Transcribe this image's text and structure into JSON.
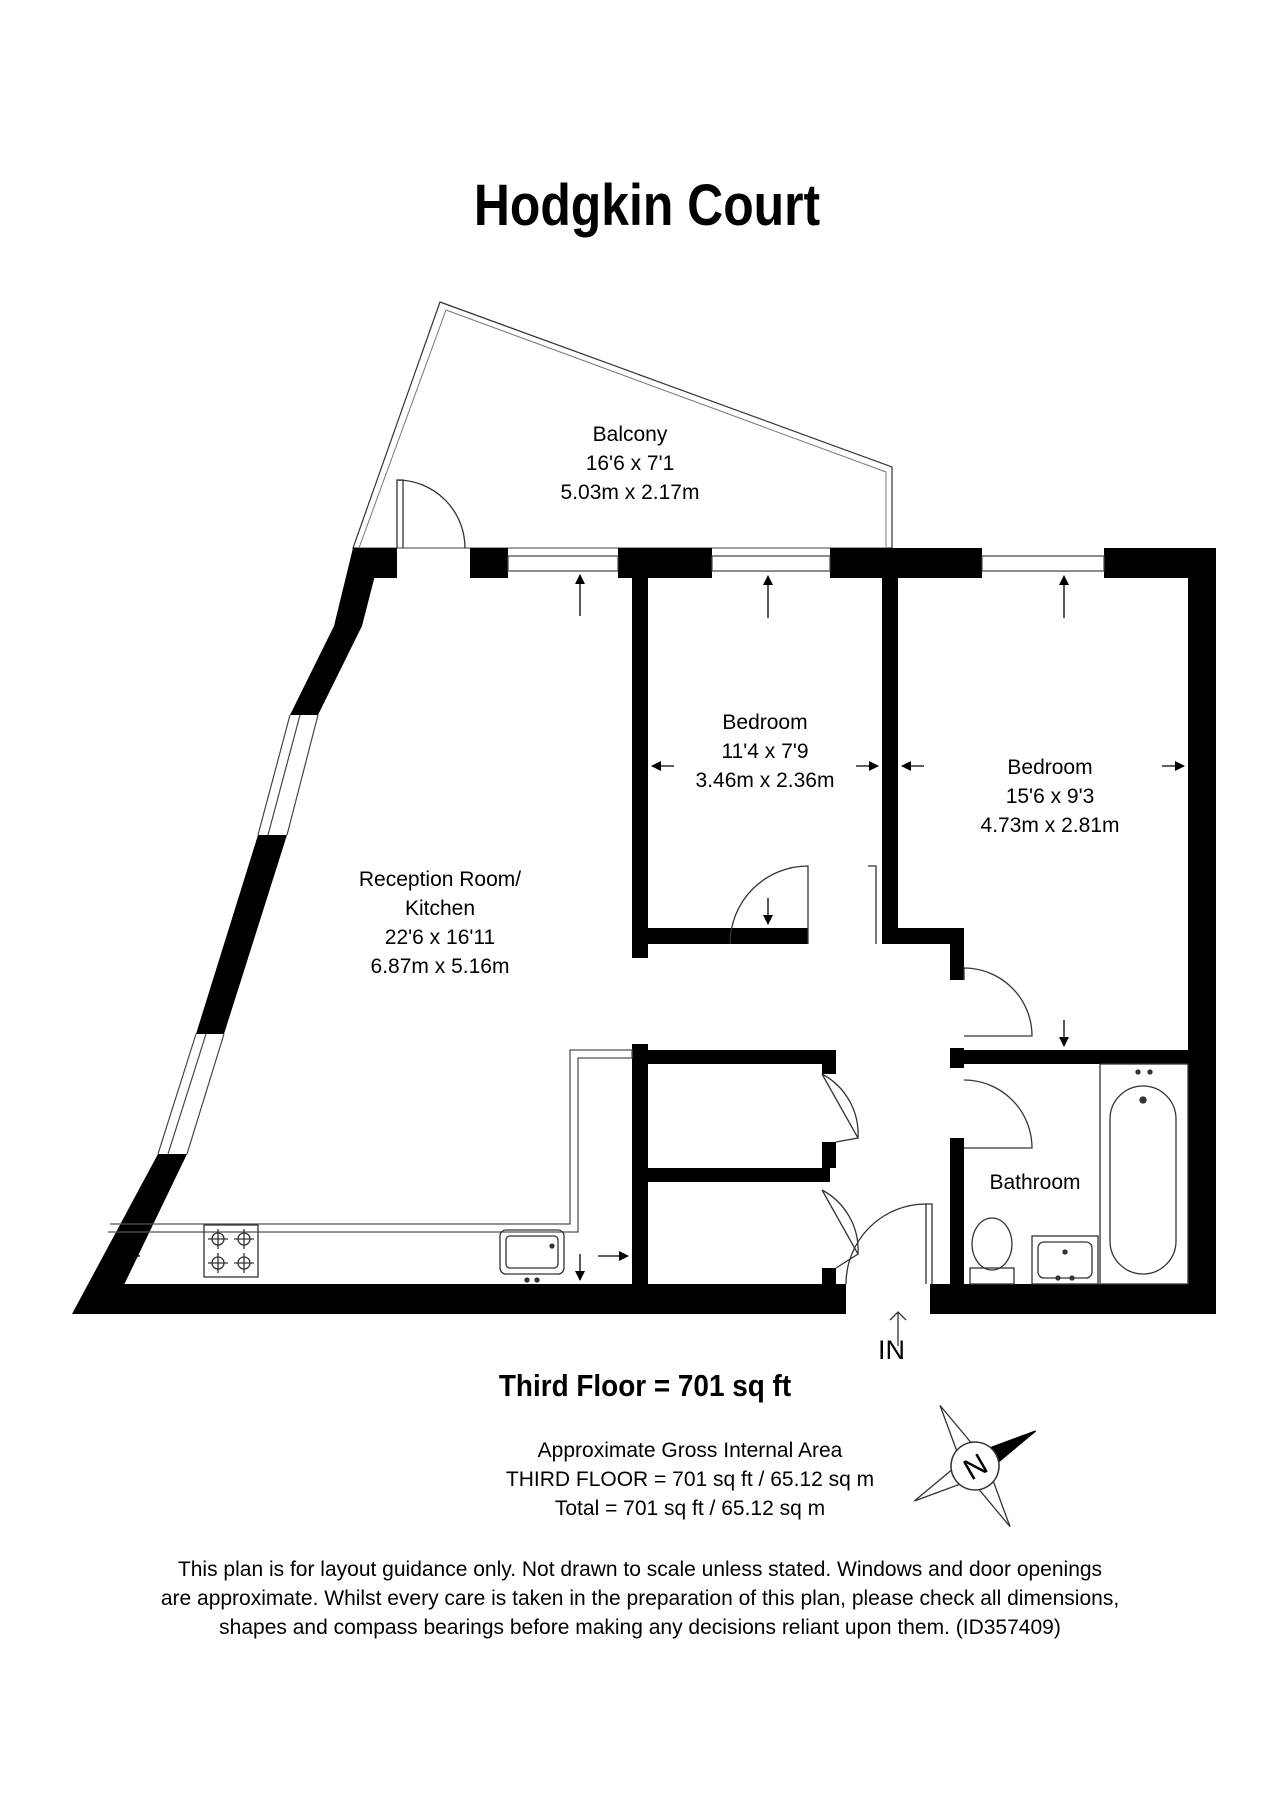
{
  "title": "Hodgkin Court",
  "rooms": {
    "balcony": {
      "name": "Balcony",
      "imperial": "16'6 x 7'1",
      "metric": "5.03m x 2.17m"
    },
    "reception": {
      "name_line1": "Reception Room/",
      "name_line2": "Kitchen",
      "imperial": "22'6 x 16'11",
      "metric": "6.87m x 5.16m"
    },
    "bedroom_1": {
      "name": "Bedroom",
      "imperial": "11'4 x 7'9",
      "metric": "3.46m x 2.36m"
    },
    "bedroom_2": {
      "name": "Bedroom",
      "imperial": "15'6 x 9'3",
      "metric": "4.73m x 2.81m"
    },
    "bathroom": {
      "name": "Bathroom"
    }
  },
  "entrance_label": "IN",
  "compass_letter": "N",
  "floor_total": "Third Floor = 701 sq ft",
  "area": {
    "heading": "Approximate Gross Internal Area",
    "floor_line": "THIRD FLOOR = 701 sq ft / 65.12 sq m",
    "total_line": "Total = 701 sq ft / 65.12 sq m"
  },
  "disclaimer": {
    "line1": "This plan is for layout guidance only. Not drawn to scale unless stated. Windows and door openings",
    "line2": "are approximate. Whilst every care is taken in the preparation of this plan, please check all dimensions,",
    "line3": "shapes and compass bearings before making any decisions reliant upon them. (ID357409)"
  },
  "colors": {
    "wall": "#000000",
    "background": "#ffffff",
    "line": "#555555"
  }
}
